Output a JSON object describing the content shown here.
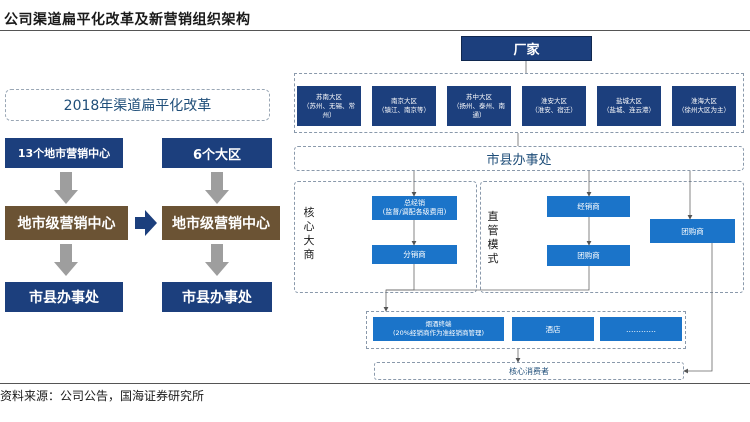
{
  "title": "公司渠道扁平化改革及新营销组织架构",
  "source": "资料来源：公司公告，国海证券研究所",
  "left": {
    "reform_title": "2018年渠道扁平化改革",
    "before": {
      "header": "13个地市营销中心",
      "middle": "地市级营销中心",
      "bottom": "市县办事处"
    },
    "after": {
      "header": "6个大区",
      "middle": "地市级营销中心",
      "bottom": "市县办事处"
    }
  },
  "right": {
    "factory": "厂家",
    "regions": [
      {
        "name": "苏南大区",
        "detail": "（苏州、无锡、常州）"
      },
      {
        "name": "南京大区",
        "detail": "（镇江、南京等）"
      },
      {
        "name": "苏中大区",
        "detail": "（扬州、泰州、南通）"
      },
      {
        "name": "淮安大区",
        "detail": "（淮安、宿迁）"
      },
      {
        "name": "盐城大区",
        "detail": "（盐城、连云港）"
      },
      {
        "name": "淮海大区",
        "detail": "（徐州大区为主）"
      }
    ],
    "office": "市县办事处",
    "core_label": "核心大商",
    "direct_label": "直管模式",
    "general_distributor": {
      "name": "总经销",
      "detail": "(监督/调配各级费用)"
    },
    "sub_distributor": "分销商",
    "distributor": "经销商",
    "group_buyer_direct": "团购商",
    "group_buyer_right": "团购商",
    "terminals": {
      "tobacco": {
        "name": "烟酒终端",
        "detail": "(20%经销商作为准经销商管理)"
      },
      "hotel": "酒店",
      "more": "…………"
    },
    "consumer": "核心消费者"
  },
  "colors": {
    "navy": "#1c3f7d",
    "brown": "#6b5334",
    "blue": "#1b74c9",
    "gray_arrow": "#9e9e9e"
  }
}
